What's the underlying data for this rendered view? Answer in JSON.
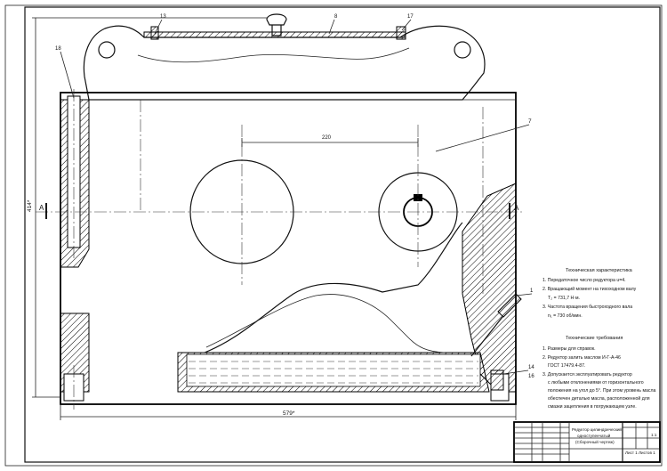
{
  "leaders": {
    "l1": "1",
    "l8": "8",
    "l13": "13",
    "l14": "14",
    "l16": "16",
    "l17": "17",
    "l18": "18",
    "l7": "7"
  },
  "dimensions": {
    "height": "414*",
    "width": "579*",
    "center_distance": "220"
  },
  "section": {
    "left": "A",
    "right": "A"
  },
  "tech_characteristics": {
    "title": "Техническая характеристика",
    "items": [
      "1. Передаточное число редуктора u=4.",
      "2. Вращающий момент на тихоходном валу",
      "T₂ = 731,7 Н·м.",
      "3. Частота вращения быстроходного вала",
      "n₁ = 730 об/мин."
    ]
  },
  "tech_requirements": {
    "title": "Технические требования",
    "items": [
      "1. Размеры для справок.",
      "2. Редуктор залить маслом И-Г-А-46",
      "ГОСТ 17479.4-87.",
      "3. Допускается эксплуатировать редуктор",
      "с любыми отклонениями от горизонтального",
      "положения на угол до 5°. При этом уровень масла",
      "обеспечен деталью масла, расположенной для",
      "смазки зацепления в погружающем узле."
    ]
  },
  "title_block": {
    "name_line1": "Редуктор цилиндрический",
    "name_line2": "одноступенчатый",
    "name_line3": "(Сборочный чертеж)",
    "scale": "1:1",
    "sheet": "Лист 1",
    "sheets": "Листов 1"
  }
}
